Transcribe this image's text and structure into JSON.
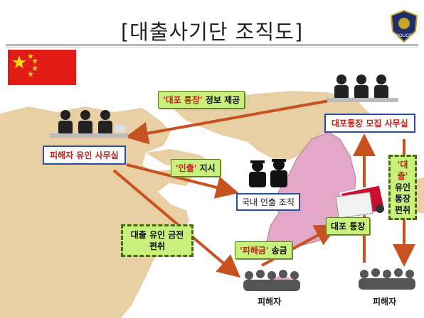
{
  "title": "[대출사기단 조직도]",
  "badge": {
    "text": "POLICE",
    "icon": "police-badge-icon"
  },
  "flag": {
    "icon": "china-flag-icon",
    "color": "#e11c17"
  },
  "labels": {
    "info_provide_hl": "'대포 통장'",
    "info_provide_rest": " 정보 제공",
    "lure_office": "피해자 유인 사무실",
    "recruit_office": "대포통장 모집 사무실",
    "withdraw_hl": "'인출'",
    "withdraw_rest": " 지시",
    "domestic_team": "국내 인출 조직",
    "loan_lure": "대출 유인 금전 편취",
    "loss_hl": "'피해금'",
    "loss_rest": " 송금",
    "bank_account": "대포 통장",
    "loan_line": "'대출'",
    "loan_line2": "유인 통장 편취",
    "victims_left": "피해자",
    "victims_right": "피해자"
  },
  "colors": {
    "arrow": "#c8521f",
    "korea": "#e3a8c8",
    "land": "#e8cfa4",
    "sea": "#ffffff",
    "box_green": "#c8f07a"
  }
}
